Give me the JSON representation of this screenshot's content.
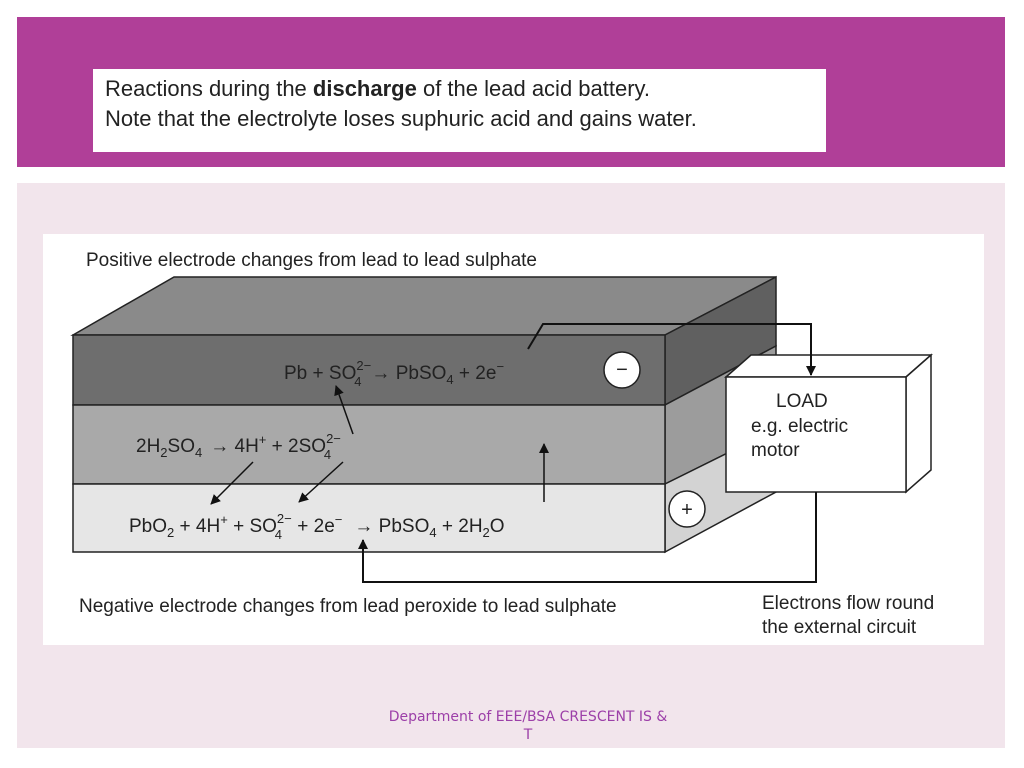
{
  "header": {
    "line1_pre": "Reactions during the ",
    "line1_bold": "discharge",
    "line1_post": " of the lead acid battery.",
    "line2": "Note that the electrolyte loses suphuric acid and gains water."
  },
  "diagram": {
    "positive_label": "Positive electrode changes from lead to lead sulphate",
    "negative_label": "Negative electrode changes from lead peroxide to lead sulphate",
    "electrons_label_1": "Electrons flow round",
    "electrons_label_2": "the external circuit",
    "load_title": "LOAD",
    "load_line1": "e.g. electric",
    "load_line2": "motor",
    "minus_sign": "−",
    "plus_sign": "+",
    "colors": {
      "top_layer": "#6e6e6e",
      "middle_layer": "#a9a9a9",
      "bottom_layer": "#e6e6e6"
    }
  },
  "footer": {
    "line1": "Department of EEE/BSA CRESCENT IS &",
    "line2": "T"
  }
}
